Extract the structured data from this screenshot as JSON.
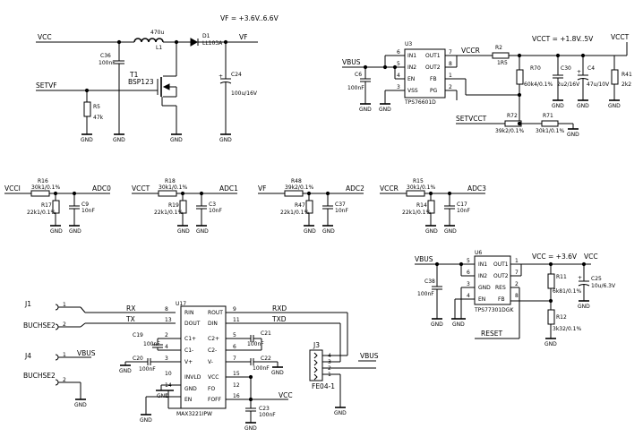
{
  "top": {
    "vf_note": "VF = +3.6V..6.6V",
    "vcc": "VCC",
    "vf": "VF",
    "setvf": "SETVF",
    "c36": "C36",
    "c36_val": "100nF",
    "l1": "470u",
    "l1_ref": "L1",
    "d1": "D1",
    "d1_part": "LL103A",
    "t1": "T1",
    "t1_part": "BSP123",
    "r5": "R5",
    "r5_val": "47k",
    "c24": "C24",
    "c24_val": "100u/16V",
    "gnd": "GND"
  },
  "reg1": {
    "vbus": "VBUS",
    "u3": "U3",
    "part": "TPS76601D",
    "pins_left": [
      "IN1",
      "IN2",
      "EN",
      "VSS"
    ],
    "pins_left_num": [
      "6",
      "5",
      "4",
      "3"
    ],
    "pins_right": [
      "OUT1",
      "OUT2",
      "FB",
      "PG"
    ],
    "pins_right_num": [
      "7",
      "8",
      "1",
      "2"
    ],
    "c6": "C6",
    "c6_val": "100nF",
    "vccr": "VCCR",
    "r2": "R2",
    "r2_val": "1R5",
    "vcct_note": "VCCT = +1.8V..5V",
    "vcct": "VCCT",
    "r70": "R70",
    "r70_val": "60k4/0.1%",
    "c30": "C30",
    "c30_val": "2u2/16V",
    "c4": "C4",
    "c4_val": "47u/10V",
    "r41": "R41",
    "r41_val": "2k2",
    "setvcct": "SETVCCT",
    "r72": "R72",
    "r72_val": "39k2/0.1%",
    "r71": "R71",
    "r71_val": "30k1/0.1%"
  },
  "adc": [
    {
      "net": "VCCI",
      "out": "ADC0",
      "r_top": "R16",
      "r_top_val": "30k1/0.1%",
      "r_bot": "R17",
      "r_bot_val": "22k1/0.1%",
      "c": "C9",
      "c_val": "10nF"
    },
    {
      "net": "VCCT",
      "out": "ADC1",
      "r_top": "R18",
      "r_top_val": "30k1/0.1%",
      "r_bot": "R19",
      "r_bot_val": "22k1/0.1%",
      "c": "C3",
      "c_val": "10nF"
    },
    {
      "net": "VF",
      "out": "ADC2",
      "r_top": "R48",
      "r_top_val": "39k2/0.1%",
      "r_bot": "R47",
      "r_bot_val": "22k1/0.1%",
      "c": "C37",
      "c_val": "10nF"
    },
    {
      "net": "VCCR",
      "out": "ADC3",
      "r_top": "R15",
      "r_top_val": "30k1/0.1%",
      "r_bot": "R14",
      "r_bot_val": "22k1/0.1%",
      "c": "C17",
      "c_val": "10nF"
    }
  ],
  "reg2": {
    "u6": "U6",
    "part": "TPS77301DGK",
    "vbus": "VBUS",
    "pins_left": [
      "IN1",
      "IN2",
      "GND",
      "EN"
    ],
    "pins_left_num": [
      "5",
      "6",
      "3",
      "4"
    ],
    "pins_right": [
      "OUT1",
      "OUT2",
      "RES",
      "FB"
    ],
    "pins_right_num": [
      "1",
      "7",
      "2",
      "8"
    ],
    "vcc_note": "VCC = +3.6V",
    "vcc": "VCC",
    "c38": "C38",
    "c38_val": "100nF",
    "r11": "R11",
    "r11_val": "6k81/0.1%",
    "c25": "C25",
    "c25_val": "10u/6.3V",
    "r12": "R12",
    "r12_val": "3k32/0.1%",
    "reset": "RESET"
  },
  "uart": {
    "j1": "J1",
    "j4": "J4",
    "buchse": "BUCHSE2",
    "u17": "U17",
    "part": "MAX3221IPW",
    "pins_left": [
      "RIN",
      "DOUT",
      "C1+",
      "C1-",
      "V+",
      "INVLD",
      "GND",
      "EN"
    ],
    "pins_left_num": [
      "8",
      "13",
      "2",
      "4",
      "3",
      "10",
      "14",
      "1"
    ],
    "pins_right": [
      "ROUT",
      "DIN",
      "C2+",
      "C2-",
      "V-",
      "VCC",
      "FO",
      "FOFF"
    ],
    "pins_right_num": [
      "9",
      "11",
      "5",
      "6",
      "7",
      "15",
      "12",
      "16"
    ],
    "rx": "RX",
    "tx": "TX",
    "rxd": "RXD",
    "txd": "TXD",
    "vbus": "VBUS",
    "vcc": "VCC",
    "c19": "C19",
    "c19_val": "100nF",
    "c20": "C20",
    "c20_val": "100nF",
    "c21": "C21",
    "c21_val": "100nF",
    "c22": "C22",
    "c22_val": "100nF",
    "c23": "C23",
    "c23_val": "100nF",
    "j3": "J3",
    "j3_part": "FE04-1",
    "j3_pins": [
      "4",
      "3",
      "2",
      "1"
    ],
    "j1_pins": [
      "1",
      "2"
    ],
    "j4_pins": [
      "1",
      "2"
    ]
  }
}
